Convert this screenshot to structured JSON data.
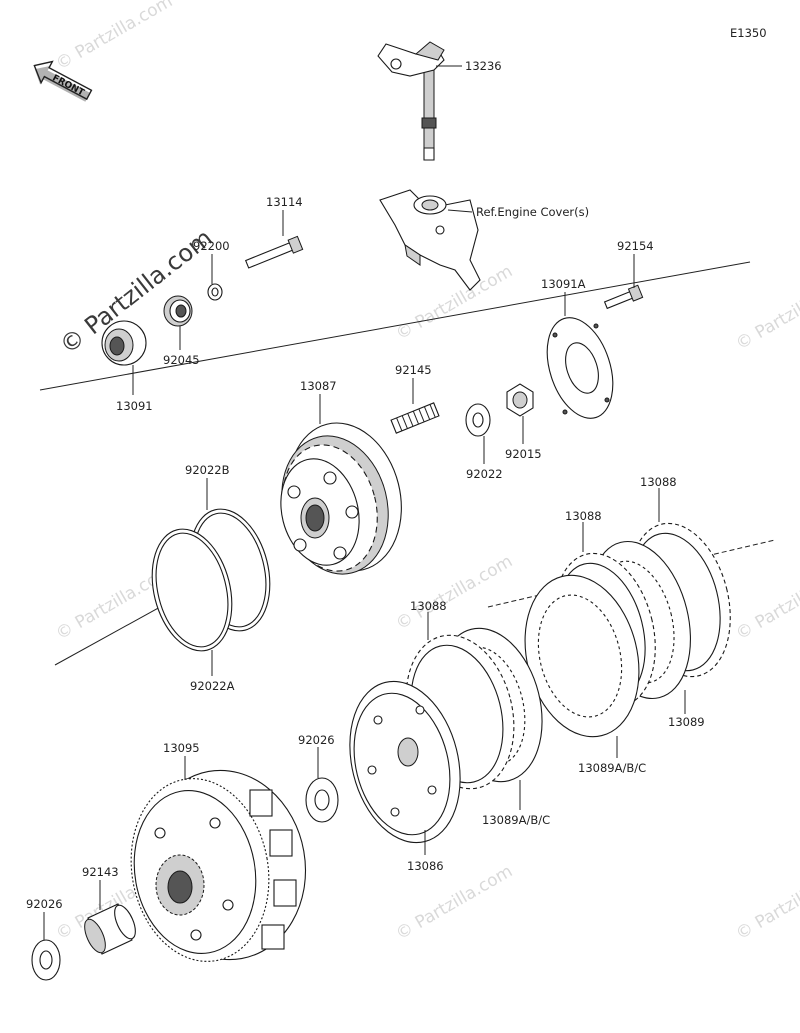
{
  "diagram": {
    "code": "E1350",
    "front_label": "FRONT",
    "ref_note": "Ref.Engine Cover(s)",
    "watermark": "© Partzilla.com",
    "parts": {
      "p13236": "13236",
      "p13114": "13114",
      "p92200": "92200",
      "p92045": "92045",
      "p13091": "13091",
      "p92154": "92154",
      "p13091A": "13091A",
      "p92145": "92145",
      "p13087": "13087",
      "p92022": "92022",
      "p92015": "92015",
      "p92022B": "92022B",
      "p92022A": "92022A",
      "p13088a": "13088",
      "p13088b": "13088",
      "p13088c": "13088",
      "p13089": "13089",
      "p13089ABC1": "13089A/B/C",
      "p13089ABC2": "13089A/B/C",
      "p13095": "13095",
      "p92026a": "92026",
      "p92026b": "92026",
      "p92143": "92143",
      "p13086": "13086"
    }
  }
}
